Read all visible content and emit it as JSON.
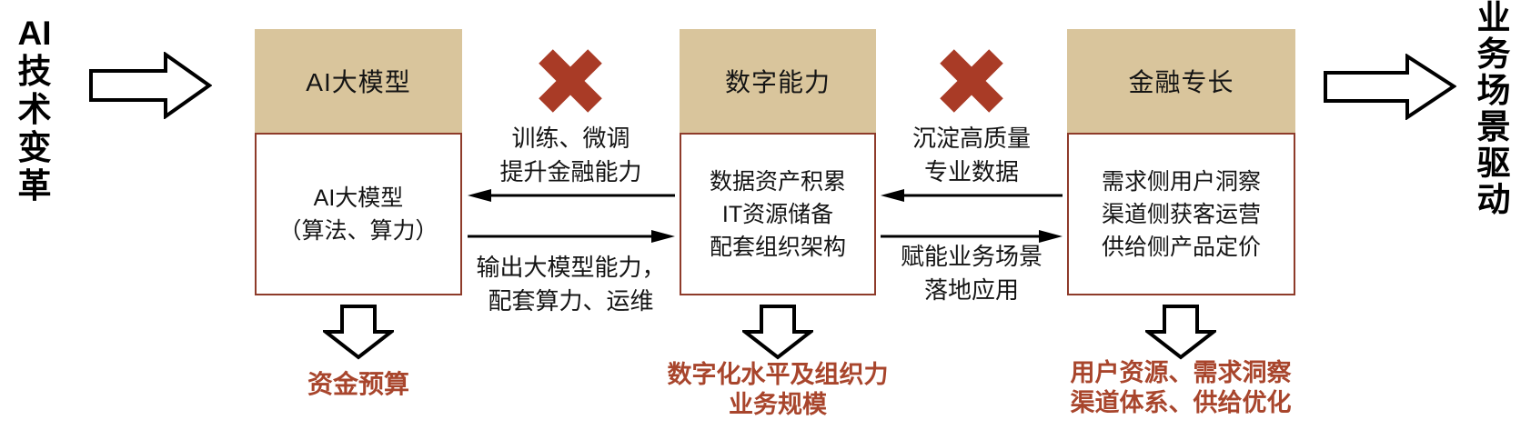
{
  "palette": {
    "tan": "#d9c59c",
    "box-border": "#8e3b2a",
    "x-red": "#a93b26",
    "caption-red": "#a8452c",
    "ink": "#111111"
  },
  "drivers": {
    "left": "AI\n技\n术\n变\n革",
    "right": "业\n务\n场\n景\n驱\n动"
  },
  "boxes": [
    {
      "header": "AI大模型",
      "body": "AI大模型\n（算法、算力）",
      "caption": "资金预算"
    },
    {
      "header": "数字能力",
      "body": "数据资产积累\nIT资源储备\n配套组织架构",
      "caption": "数字化水平及组织力\n业务规模"
    },
    {
      "header": "金融专长",
      "body": "需求侧用户洞察\n渠道侧获客运营\n供给侧产品定价",
      "caption": "用户资源、需求洞察\n渠道体系、供给优化"
    }
  ],
  "links": [
    {
      "back_label": "训练、微调\n提升金融能力",
      "forward_label": "输出大模型能力，\n配套算力、运维"
    },
    {
      "back_label": "沉淀高质量\n专业数据",
      "forward_label": "赋能业务场景\n落地应用"
    }
  ]
}
